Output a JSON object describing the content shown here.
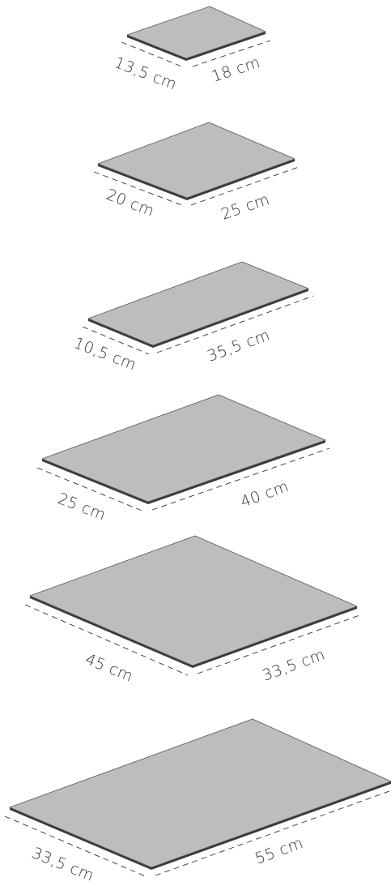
{
  "plates": [
    {
      "left_label": "13,5 cm",
      "right_label": "18 cm"
    },
    {
      "left_label": "20 cm",
      "right_label": "25 cm"
    },
    {
      "left_label": "10,5 cm",
      "right_label": "35,5 cm"
    },
    {
      "left_label": "25 cm",
      "right_label": "40 cm"
    },
    {
      "left_label": "45 cm",
      "right_label": "33,5 cm"
    },
    {
      "left_label": "33,5 cm",
      "right_label": "55 cm"
    }
  ]
}
